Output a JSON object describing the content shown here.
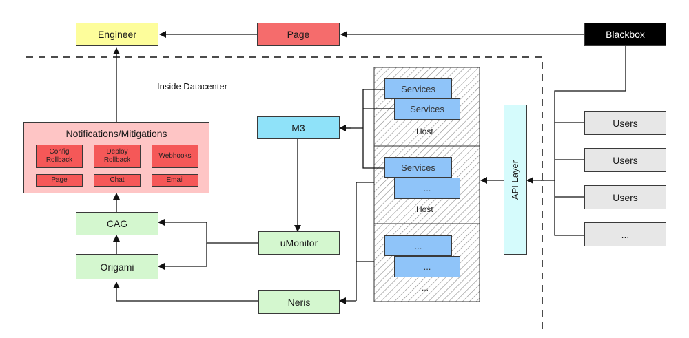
{
  "nodes": {
    "engineer": "Engineer",
    "page_top": "Page",
    "blackbox": "Blackbox",
    "region_label": "Inside Datacenter",
    "notifications": {
      "title": "Notifications/Mitigations",
      "config_rollback": "Config\nRollback",
      "deploy_rollback": "Deploy\nRollback",
      "webhooks": "Webhooks",
      "page": "Page",
      "chat": "Chat",
      "email": "Email"
    },
    "cag": "CAG",
    "origami": "Origami",
    "m3": "M3",
    "umonitor": "uMonitor",
    "neris": "Neris",
    "api_layer": "API Layer",
    "hosts": [
      {
        "services": [
          "Services",
          "Services"
        ],
        "label": "Host"
      },
      {
        "services": [
          "Services",
          "..."
        ],
        "label": "Host"
      },
      {
        "services": [
          "...",
          "..."
        ],
        "label": "..."
      }
    ],
    "users": [
      "Users",
      "Users",
      "Users",
      "..."
    ]
  }
}
